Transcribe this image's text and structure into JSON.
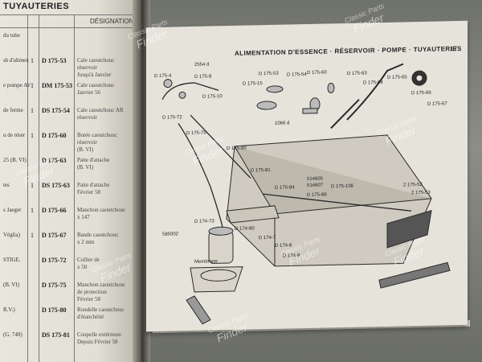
{
  "left_page": {
    "header": "TUYAUTERIES",
    "column_headers": {
      "designation": "DÉSIGNATION"
    },
    "rows": [
      {
        "desc": "du tube",
        "qty": "",
        "ref": "",
        "text": ""
      },
      {
        "desc": "sh d'alimen",
        "qty": "1",
        "ref": "D 175-53",
        "text": "Cale caoutchouc\nréservoir\nJusqu'à Janvier"
      },
      {
        "desc": "e pompe AV",
        "qty": "1",
        "ref": "DM 175-53",
        "text": "Cale caoutchouc\nJanvier 56"
      },
      {
        "desc": "de ferme",
        "qty": "1",
        "ref": "DS 175-54",
        "text": "Cale caoutchouc AR\nréservoir"
      },
      {
        "desc": "u de réser",
        "qty": "1",
        "ref": "D 175-60",
        "text": "Butée caoutchouc\nréservoir\n(B. VI)"
      },
      {
        "desc": "25 (B. VI)",
        "qty": "",
        "ref": "D 175-63",
        "text": "Patte d'attache\n(B. VI)"
      },
      {
        "desc": "tes",
        "qty": "1",
        "ref": "DS 175-63",
        "text": "Patte d'attache\nFévrier 58"
      },
      {
        "desc": "s Jaeger",
        "qty": "1",
        "ref": "D 175-66",
        "text": "Manchon caoutchouc\nx 147"
      },
      {
        "desc": "Véglia)",
        "qty": "1",
        "ref": "D 175-67",
        "text": "Bande caoutchouc\nx 2 mm"
      },
      {
        "desc": "STIGE.",
        "qty": "",
        "ref": "D 175-72",
        "text": "Collier de\nx 50"
      },
      {
        "desc": "(B. VI)",
        "qty": "",
        "ref": "D 175-75",
        "text": "Manchon caoutchouc\nde protection\nFévrier 58"
      },
      {
        "desc": "R.V.)",
        "qty": "",
        "ref": "D 175-80",
        "text": "Rondelle caoutchouc\nd'étanchéité"
      },
      {
        "desc": "(G. 740)",
        "qty": "",
        "ref": "DS 175-81",
        "text": "Coupelle extérieure\nDepuis Février 58"
      }
    ]
  },
  "right_page": {
    "title": "ALIMENTATION D'ESSENCE · RÉSERVOIR · POMPE · TUYAUTERIES",
    "page_number": "17",
    "part_labels": [
      "D 175-4",
      "D 175-8",
      "D 175-10",
      "D 175-15",
      "D 175-53",
      "D 175-54",
      "D 175-60",
      "D 175-63",
      "D 175-64",
      "D 175-65",
      "D 175-66",
      "D 175-67",
      "D 175-72",
      "D 175-75",
      "D 175-80",
      "D 175-81",
      "D 175-84",
      "D 175-86",
      "D 175-106",
      "D 174-73",
      "D 174-80",
      "D 174-7",
      "D 174-8",
      "D 174-9",
      "2 175-52",
      "2 175-53",
      "585002",
      "514605",
      "514607",
      "Membrane",
      "2554 d",
      "1066 d"
    ]
  },
  "watermark": {
    "top": "Classic Parts",
    "bottom": "Finder"
  }
}
